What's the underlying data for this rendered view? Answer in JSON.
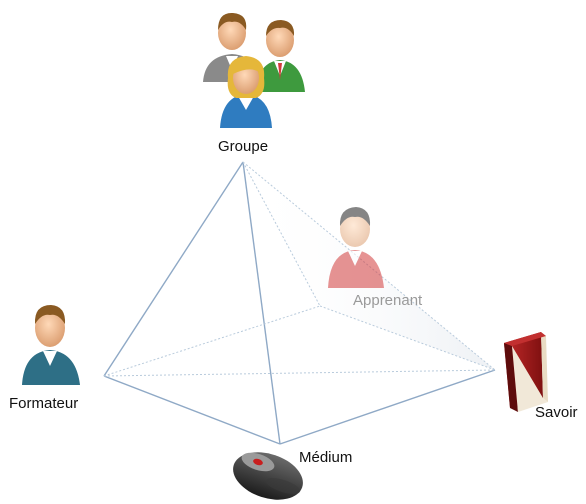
{
  "nodes": {
    "groupe": {
      "label": "Groupe",
      "icon": "people-group-icon"
    },
    "apprenant": {
      "label": "Apprenant",
      "icon": "person-icon",
      "faded": true
    },
    "formateur": {
      "label": "Formateur",
      "icon": "person-icon"
    },
    "savoir": {
      "label": "Savoir",
      "icon": "book-icon"
    },
    "medium": {
      "label": "Médium",
      "icon": "computer-mouse-icon"
    }
  },
  "colors": {
    "edge": "#8fa9c6",
    "edge_light": "#b9cbdc",
    "book": "#9e1b1b",
    "shirt_blue": "#2f7cc0",
    "shirt_green": "#3e9a3e",
    "shirt_gray": "#8a8a8a",
    "shirt_red": "#d23b3b"
  }
}
